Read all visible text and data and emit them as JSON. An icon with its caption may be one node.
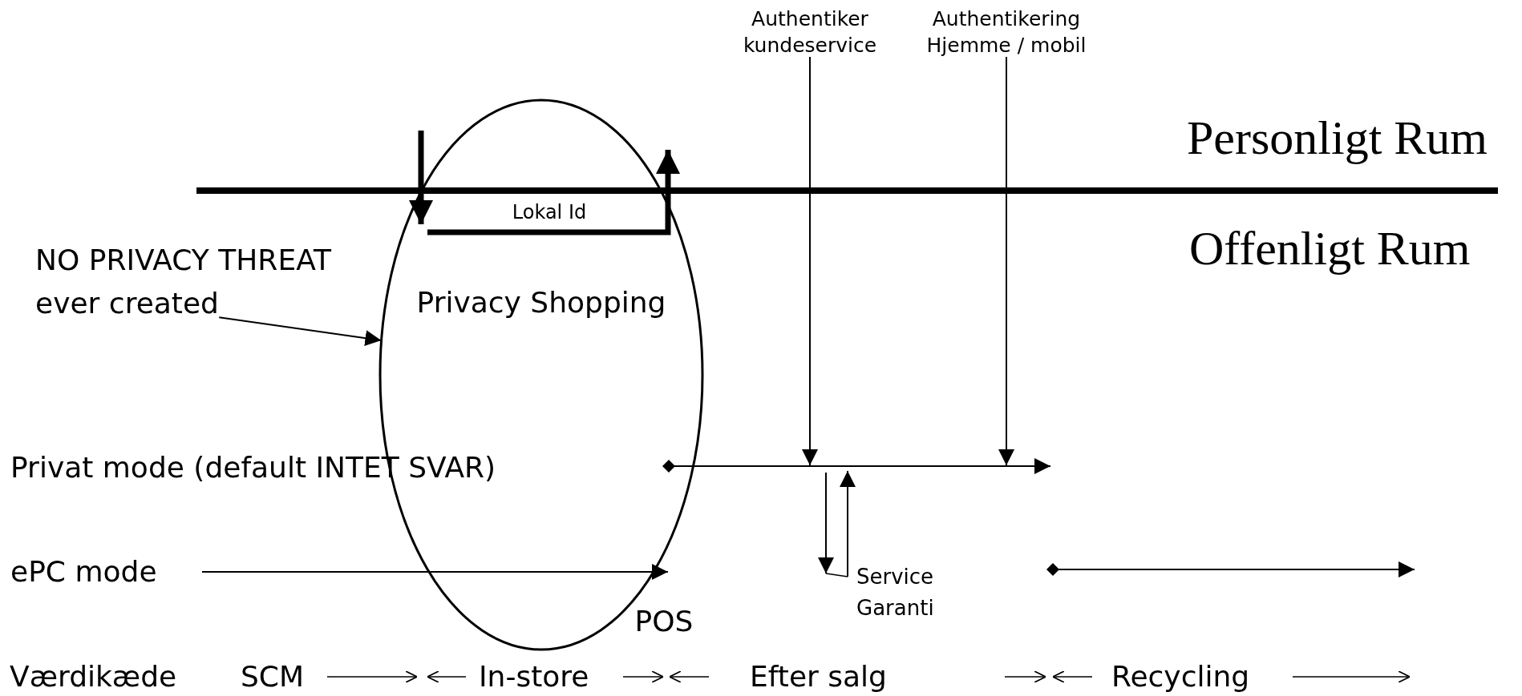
{
  "diagram": {
    "nodes": [
      {
        "text": [
          "Authentiker kundeservice"
        ]
      },
      {
        "text": [
          "Authentikering Hjemme / mobil"
        ]
      },
      {
        "text": [
          "Privacy Shopping"
        ]
      },
      {
        "text": [
          "NO PRIVACY THREAT ever created"
        ]
      },
      {
        "text": [
          "Service Garanti"
        ]
      }
    ],
    "edges": [
      {
        "from": 0,
        "to": null,
        "arrow": "to"
      },
      {
        "from": 1,
        "to": null,
        "arrow": "to"
      },
      {
        "from": 3,
        "to": 2,
        "arrow": "to"
      },
      {
        "from": null,
        "to": 4,
        "arrow": "to"
      },
      {
        "from": 4,
        "to": null,
        "arrow": "to"
      }
    ],
    "labels": [
      "Personligt Rum",
      "Lokal Id",
      "Offenligt Rum",
      "Privat mode (default INTET SVAR)",
      "ePC mode",
      "POS",
      "Værdikæde",
      "SCM",
      "In-store",
      "Efter salg",
      "Recycling"
    ]
  }
}
